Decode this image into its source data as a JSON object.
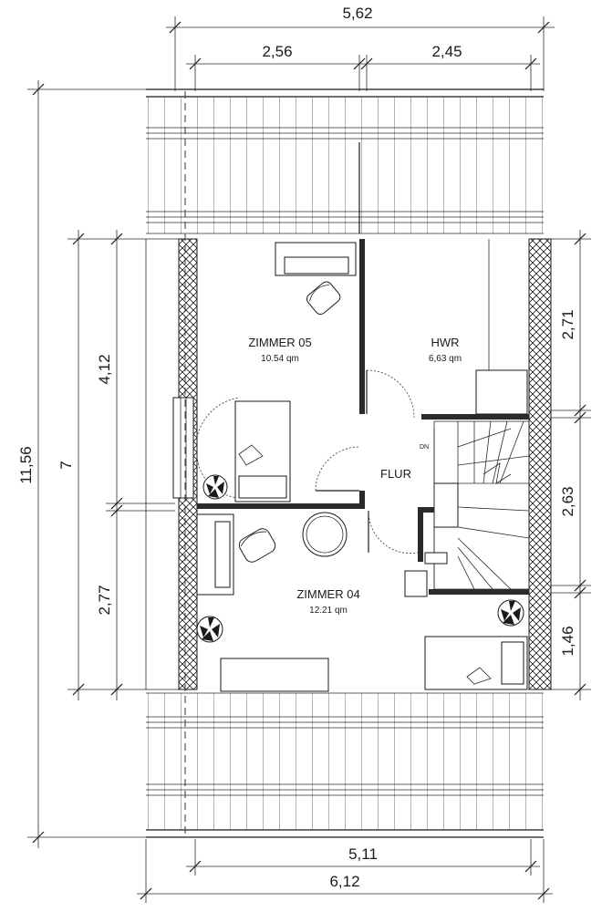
{
  "dimensions": {
    "top_total": "5,62",
    "top_left": "2,56",
    "top_right": "2,45",
    "left_total": "11,56",
    "left_mid": "7",
    "left_upper": "4,12",
    "left_lower": "2,77",
    "right_upper": "2,71",
    "right_mid": "2,63",
    "right_lower": "1,46",
    "bottom_inner": "5,11",
    "bottom_outer": "6,12"
  },
  "rooms": {
    "zimmer05": {
      "name": "ZIMMER 05",
      "area": "10.54 qm"
    },
    "hwr": {
      "name": "HWR",
      "area": "6,63 qm"
    },
    "flur": {
      "name": "FLUR"
    },
    "zimmer04": {
      "name": "ZIMMER 04",
      "area": "12.21 qm"
    }
  },
  "stair_label": "DN"
}
